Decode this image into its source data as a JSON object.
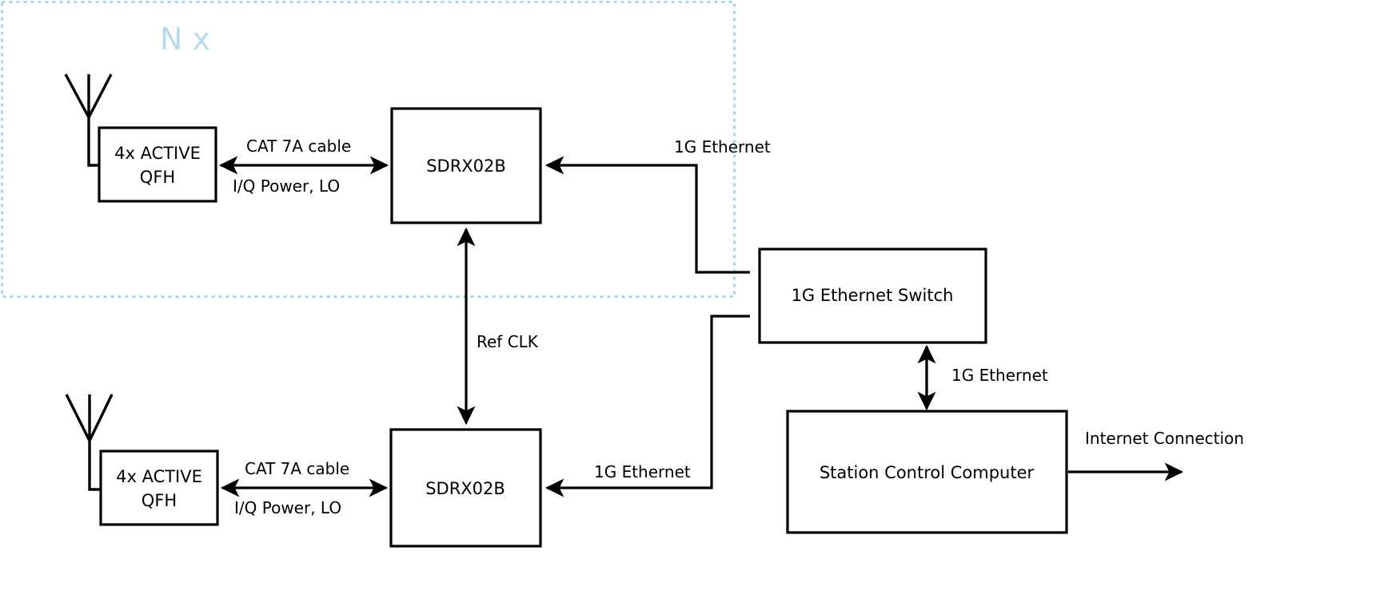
{
  "diagram": {
    "title_group": "N x",
    "group_color": "#b4dcec",
    "line_color": "#000000",
    "nodes": {
      "antenna_top": {
        "label_line1": "4x ACTIVE",
        "label_line2": "QFH",
        "icon": "antenna-icon"
      },
      "antenna_bottom": {
        "label_line1": "4x ACTIVE",
        "label_line2": "QFH",
        "icon": "antenna-icon"
      },
      "sdr_top": {
        "label": "SDRX02B"
      },
      "sdr_bottom": {
        "label": "SDRX02B"
      },
      "switch": {
        "label": "1G Ethernet Switch"
      },
      "computer": {
        "label": "Station Control Computer"
      }
    },
    "edges": {
      "cat7a_top_above": "CAT 7A cable",
      "cat7a_top_below": "I/Q Power, LO",
      "cat7a_bottom_above": "CAT 7A cable",
      "cat7a_bottom_below": "I/Q Power, LO",
      "eth_sdr_top": "1G Ethernet",
      "eth_sdr_bottom": "1G Ethernet",
      "eth_switch_computer": "1G Ethernet",
      "ref_clk": "Ref CLK",
      "internet": "Internet Connection"
    }
  }
}
